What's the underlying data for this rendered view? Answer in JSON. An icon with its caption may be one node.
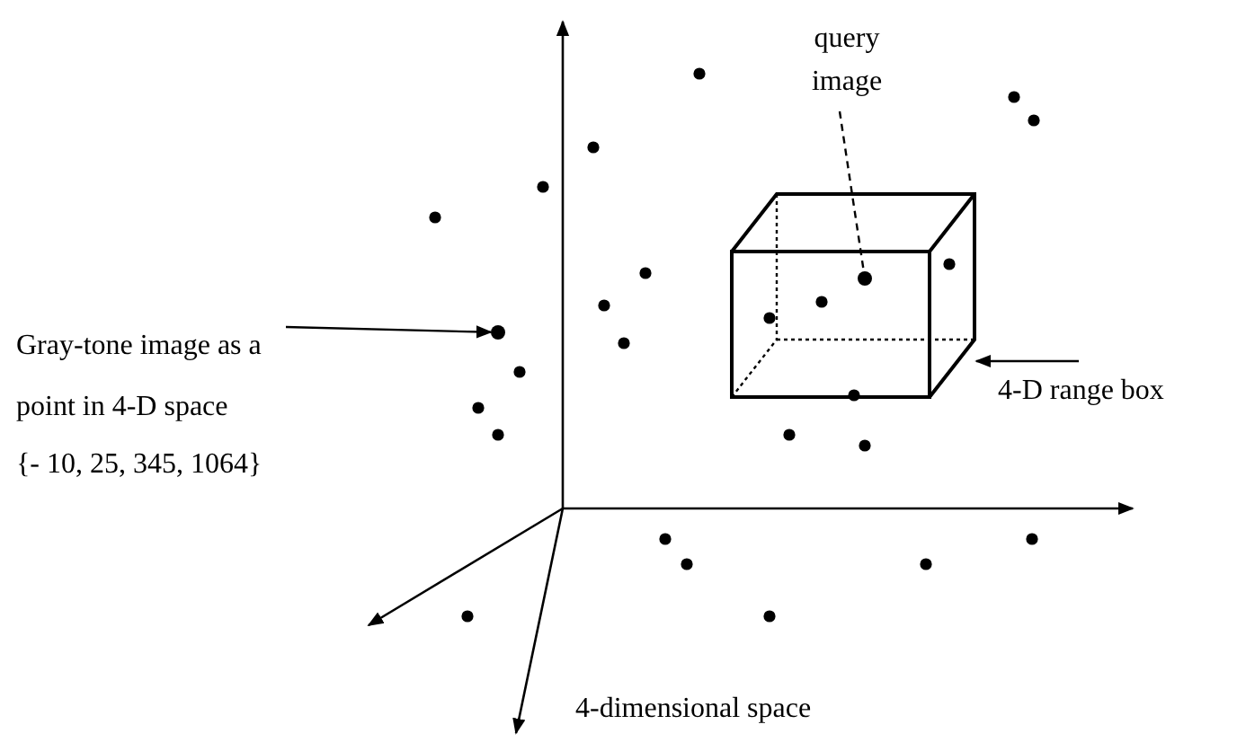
{
  "diagram": {
    "nodes": [
      {
        "text": [
          "Gray-tone image as a point in 4-D space"
        ]
      },
      {
        "text": [],
        "shape": "circle"
      },
      {
        "text": [
          "query image"
        ]
      },
      {
        "text": [],
        "shape": "circle",
        "in": 5
      },
      {
        "text": [
          "4-D range box"
        ]
      },
      {
        "text": [],
        "shape": "box"
      }
    ],
    "edges": [
      {
        "from": 0,
        "to": 1,
        "arrow": "to"
      },
      {
        "from": 2,
        "to": 3,
        "arrow": "none",
        "style": "dashed"
      },
      {
        "from": 4,
        "to": 5,
        "arrow": "to"
      }
    ],
    "labels": [
      "{- 10, 25, 345, 1064}",
      "4-dimensional space"
    ]
  }
}
